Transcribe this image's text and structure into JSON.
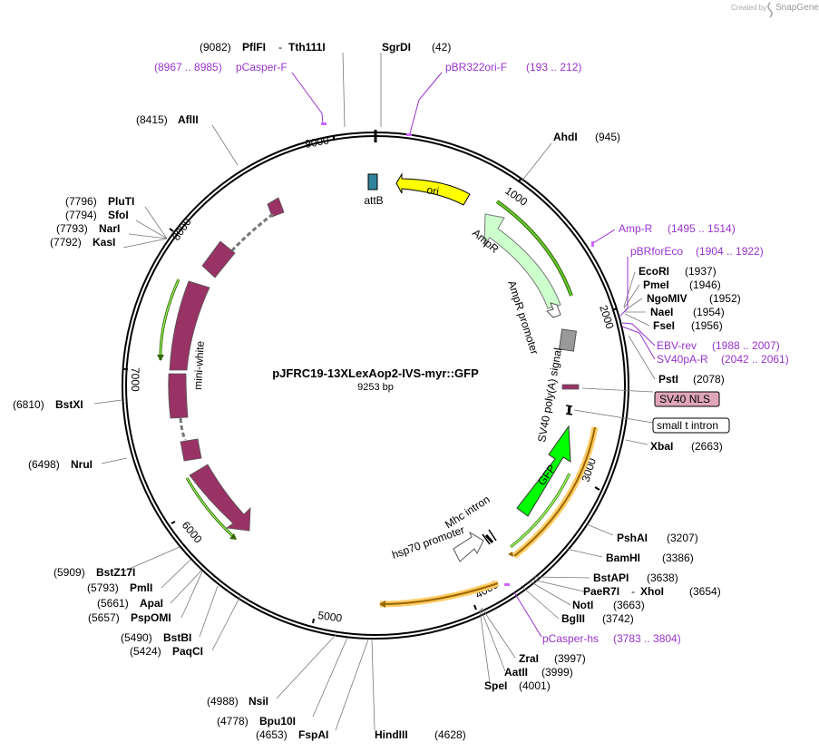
{
  "credit": {
    "prefix": "Created by",
    "brand": "SnapGene"
  },
  "plasmid": {
    "name": "pJFRC19-13XLexAop2-IVS-myr::GFP",
    "size": "9253 bp"
  },
  "ticks": [
    "1000",
    "2000",
    "3000",
    "4000",
    "5000",
    "6000",
    "7000",
    "8000",
    "9000"
  ],
  "sites": [
    {
      "pos": "(9082)",
      "name": "PflFI",
      "name2": "Tth111I"
    },
    {
      "pos": "(42)",
      "name": "SgrDI"
    },
    {
      "pos": "(945)",
      "name": "AhdI"
    },
    {
      "pos": "(8415)",
      "name": "AflII"
    },
    {
      "pos": "(7796)",
      "name": "PluTI"
    },
    {
      "pos": "(7794)",
      "name": "SfoI"
    },
    {
      "pos": "(7793)",
      "name": "NarI"
    },
    {
      "pos": "(7792)",
      "name": "KasI"
    },
    {
      "pos": "(1937)",
      "name": "EcoRI"
    },
    {
      "pos": "(1946)",
      "name": "PmeI"
    },
    {
      "pos": "(1952)",
      "name": "NgoMIV"
    },
    {
      "pos": "(1954)",
      "name": "NaeI"
    },
    {
      "pos": "(1956)",
      "name": "FseI"
    },
    {
      "pos": "(2078)",
      "name": "PstI"
    },
    {
      "pos": "(6810)",
      "name": "BstXI"
    },
    {
      "pos": "(2663)",
      "name": "XbaI"
    },
    {
      "pos": "(6498)",
      "name": "NruI"
    },
    {
      "pos": "(3207)",
      "name": "PshAI"
    },
    {
      "pos": "(3386)",
      "name": "BamHI"
    },
    {
      "pos": "(3638)",
      "name": "BstAPI"
    },
    {
      "pos": "(3654)",
      "name": "PaeR7I",
      "name2": "XhoI"
    },
    {
      "pos": "(3663)",
      "name": "NotI"
    },
    {
      "pos": "(3742)",
      "name": "BglII"
    },
    {
      "pos": "(5909)",
      "name": "BstZ17I"
    },
    {
      "pos": "(5793)",
      "name": "PmlI"
    },
    {
      "pos": "(5661)",
      "name": "ApaI"
    },
    {
      "pos": "(5657)",
      "name": "PspOMI"
    },
    {
      "pos": "(5490)",
      "name": "BstBI"
    },
    {
      "pos": "(5424)",
      "name": "PaqCI"
    },
    {
      "pos": "(3997)",
      "name": "ZraI"
    },
    {
      "pos": "(3999)",
      "name": "AatII"
    },
    {
      "pos": "(4001)",
      "name": "SpeI"
    },
    {
      "pos": "(4988)",
      "name": "NsiI"
    },
    {
      "pos": "(4778)",
      "name": "Bpu10I"
    },
    {
      "pos": "(4653)",
      "name": "FspAI"
    },
    {
      "pos": "(4628)",
      "name": "HindIII"
    }
  ],
  "primers": [
    {
      "name": "pCasper-F",
      "range": "(8967 .. 8985)"
    },
    {
      "name": "pBR322ori-F",
      "range": "(193 .. 212)"
    },
    {
      "name": "Amp-R",
      "range": "(1495 .. 1514)"
    },
    {
      "name": "pBRforEco",
      "range": "(1904 .. 1922)"
    },
    {
      "name": "EBV-rev",
      "range": "(1988 .. 2007)"
    },
    {
      "name": "SV40pA-R",
      "range": "(2042 .. 2061)"
    },
    {
      "name": "pCasper-hs",
      "range": "(3783 .. 3804)"
    }
  ],
  "features": {
    "attB": "attB",
    "ori": "ori",
    "AmpR": "AmpR",
    "AmpR_promoter": "AmpR promoter",
    "SV40_signal": "SV40 poly(A) signal",
    "SV40_NLS": "SV40 NLS",
    "small_t_intron": "small t intron",
    "GFP": "GFP",
    "Mhc_intron": "Mhc intron",
    "hsp70_promoter": "hsp70 promoter",
    "mini_white": "mini-white"
  },
  "colors": {
    "ori": "#ffff00",
    "AmpR": "#ccffcc",
    "GFP": "#00ff00",
    "mini_white": "#993366",
    "attB": "#31849b",
    "NLS": "#dfa6b9",
    "primer": "#9933cc"
  }
}
